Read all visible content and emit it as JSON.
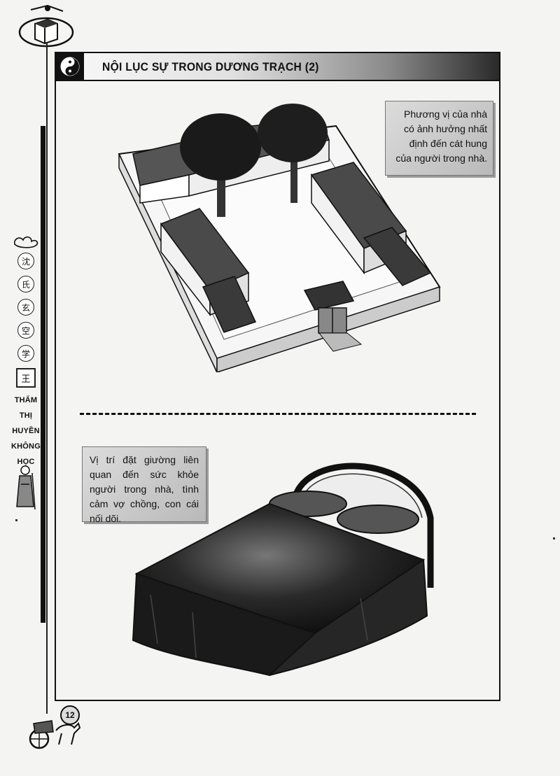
{
  "header": {
    "title": "NỘI LỤC SỰ TRONG DƯƠNG TRẠCH (2)",
    "emblem_icon": "yin-yang-emblem-icon"
  },
  "sidebar": {
    "seals": [
      "沈",
      "氏",
      "玄",
      "空",
      "学"
    ],
    "square_seal": "王",
    "words": [
      "THẨM",
      "THỊ",
      "HUYỀN",
      "KHÔNG",
      "HỌC"
    ],
    "logo_icon": "house-compass-logo-icon",
    "figure_icon": "sage-figure-icon"
  },
  "sections": {
    "house": {
      "caption": "Phương vị của nhà có ảnh hưởng nhất định đến cát hung của người trong nhà.",
      "illustration_icon": "courtyard-house-illustration"
    },
    "bed": {
      "caption": "Vị trí đặt giường liên quan đến sức khỏe người trong nhà, tình cảm vợ chồng, con cái nối dõi.",
      "illustration_icon": "double-bed-illustration"
    }
  },
  "footer": {
    "page_number": "12",
    "chariot_icon": "horse-chariot-icon"
  },
  "colors": {
    "ink": "#111111",
    "paper": "#f4f4f2",
    "caption_fill": "#c8c8c8"
  }
}
